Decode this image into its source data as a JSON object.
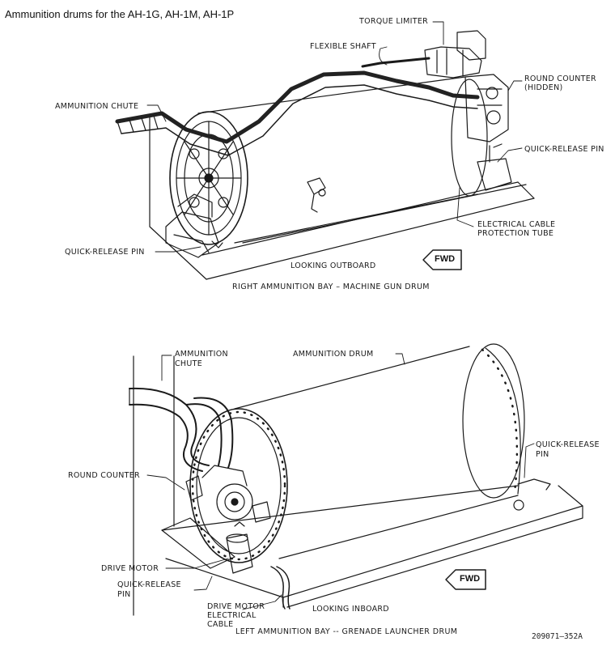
{
  "title": "Ammunition drums for the AH-1G, AH-1M, AH-1P",
  "top_view": {
    "labels": {
      "torque_limiter": "TORQUE LIMITER",
      "flexible_shaft": "FLEXIBLE SHAFT",
      "round_counter_1": "ROUND COUNTER",
      "round_counter_2": "(HIDDEN)",
      "ammunition_chute": "AMMUNITION CHUTE",
      "quick_release_pin_right": "QUICK-RELEASE PIN",
      "electrical_cable_1": "ELECTRICAL CABLE",
      "electrical_cable_2": "PROTECTION TUBE",
      "quick_release_pin_left": "QUICK-RELEASE PIN"
    },
    "looking": "LOOKING OUTBOARD",
    "fwd": "FWD",
    "caption": "RIGHT AMMUNITION BAY – MACHINE GUN DRUM"
  },
  "bottom_view": {
    "labels": {
      "ammunition_chute_1": "AMMUNITION",
      "ammunition_chute_2": "CHUTE",
      "ammunition_drum": "AMMUNITION DRUM",
      "quick_release_right_1": "QUICK-RELEASE",
      "quick_release_right_2": "PIN",
      "round_counter": "ROUND COUNTER",
      "drive_motor": "DRIVE MOTOR",
      "quick_release_left_1": "QUICK-RELEASE",
      "quick_release_left_2": "PIN",
      "drive_motor_cable_1": "DRIVE MOTOR",
      "drive_motor_cable_2": "ELECTRICAL",
      "drive_motor_cable_3": "CABLE"
    },
    "looking": "LOOKING INBOARD",
    "fwd": "FWD",
    "caption": "LEFT AMMUNITION BAY -- GRENADE LAUNCHER DRUM"
  },
  "document_number": "209071–352A"
}
